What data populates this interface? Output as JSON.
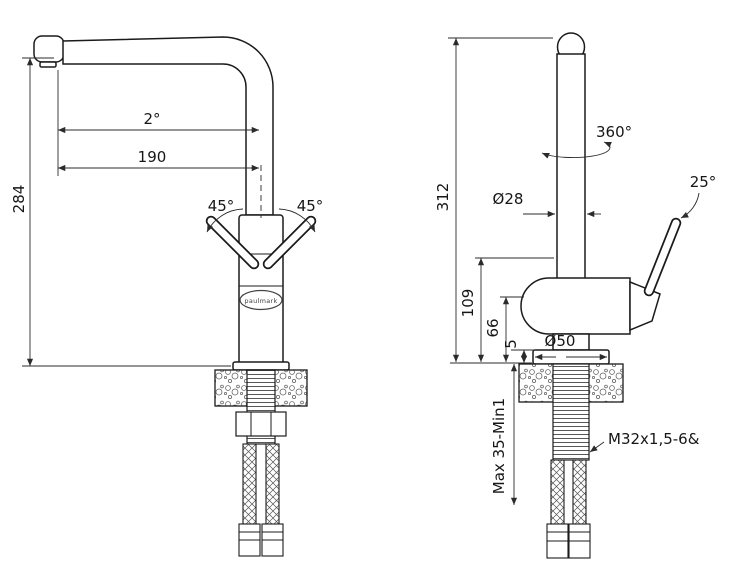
{
  "left_view": {
    "spout_angle": "2°",
    "spout_reach": "190",
    "spout_height": "284",
    "handle_swing_left": "45°",
    "handle_swing_right": "45°",
    "brand": "paulmark"
  },
  "right_view": {
    "swivel_rotation": "360°",
    "total_height": "312",
    "column_diameter": "Ø28",
    "handle_tilt": "25°",
    "body_height": "109",
    "outlet_height": "66",
    "flange_height": "5",
    "base_diameter": "Ø50",
    "mounting_thickness": "Max 35-Min1",
    "thread_spec": "M32x1,5-6&"
  }
}
